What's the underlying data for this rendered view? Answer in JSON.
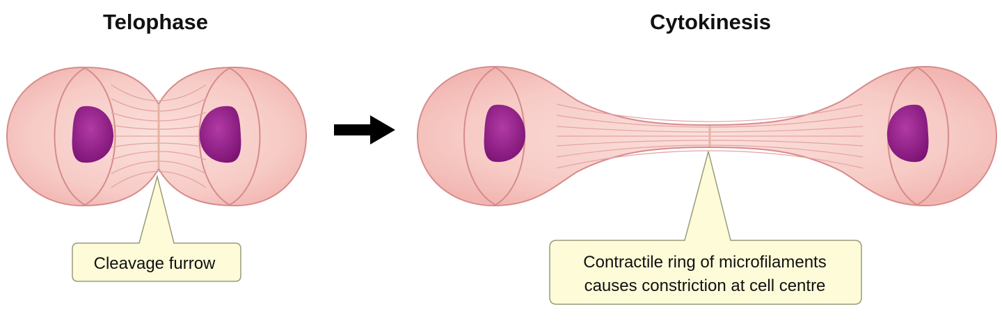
{
  "panels": {
    "telophase": {
      "title": "Telophase",
      "callout": "Cleavage furrow"
    },
    "cytokinesis": {
      "title": "Cytokinesis",
      "callout_lines": [
        "Contractile ring of microfilaments",
        "causes constriction at cell centre"
      ]
    }
  },
  "colors": {
    "cell_fill": "#f7c7c3",
    "cell_outline": "#d98f8f",
    "nucleus": "#9b1f8f",
    "callout_fill": "#fdfbd8",
    "arrow": "#000000"
  }
}
